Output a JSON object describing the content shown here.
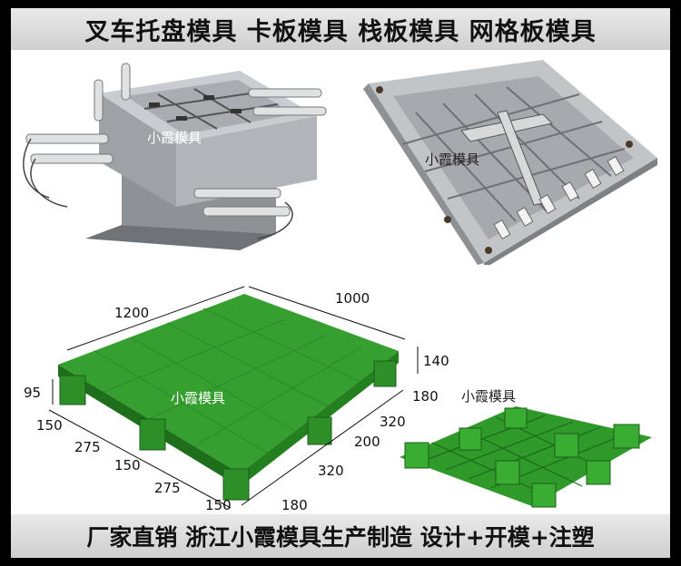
{
  "header": {
    "title": "叉车托盘模具 卡板模具 栈板模具 网格板模具"
  },
  "footer": {
    "slogan": "厂家直销 浙江小霞模具生产制造 设计+开模+注塑"
  },
  "watermarks": {
    "mold1": "小霞模具",
    "mold2": "小霞模具",
    "pallet_front": "小霞模具",
    "pallet_back": "小霞模具"
  },
  "dimensions": {
    "length": "1200",
    "width": "1000",
    "height": "140",
    "foot_height": "95",
    "edge_a": "150",
    "span_a": "275",
    "edge_b": "150",
    "span_b": "275",
    "edge_c": "150",
    "side_edge_1": "180",
    "side_span_1": "320",
    "side_mid": "200",
    "side_span_2": "320",
    "side_edge_2": "180"
  },
  "colors": {
    "pallet_green": "#2f9a2a",
    "pallet_dark": "#1f6e1c",
    "mold_steel": "#b9bcbf",
    "banner_bg": "#d9d9d9",
    "frame": "#000000"
  }
}
